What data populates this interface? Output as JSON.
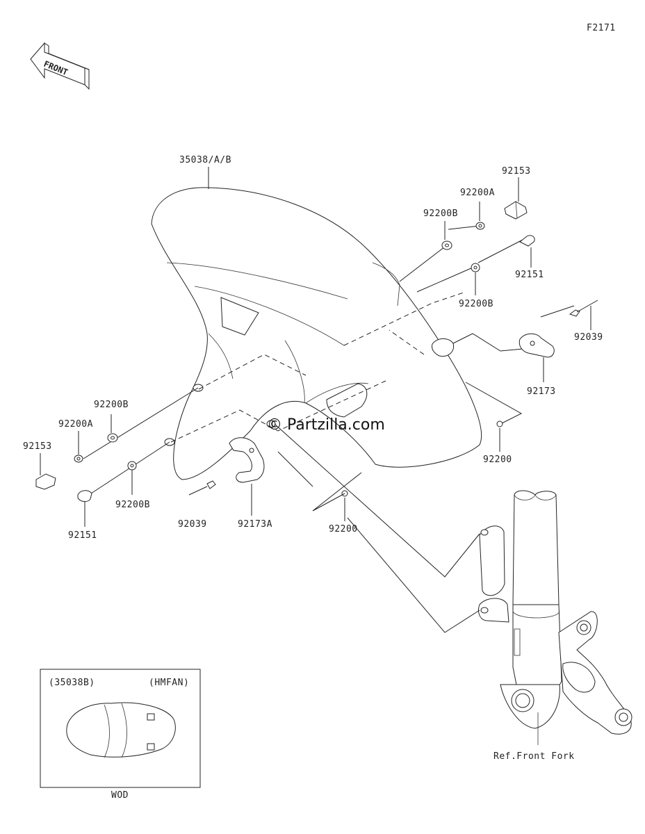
{
  "figure_code": "F2171",
  "front_label": "FRONT",
  "watermark": "© Partzilla.com",
  "labels": {
    "fender": "35038/A/B",
    "bolt_top": "92153",
    "washer_a_top": "92200A",
    "washer_b_top": "92200B",
    "bolt_151_top": "92151",
    "washer_b_mid": "92200B",
    "pin_right": "92039",
    "clamp_right": "92173",
    "grommet_right": "92200",
    "washer_b_left": "92200B",
    "washer_a_left": "92200A",
    "bolt_left": "92153",
    "bolt_151_left": "92151",
    "washer_b_left2": "92200B",
    "pin_left": "92039",
    "clamp_left": "92173A",
    "grommet_left": "92200",
    "ref_fork": "Ref.Front Fork"
  },
  "inset": {
    "code": "(35038B)",
    "variant": "(HMFAN)",
    "caption": "WOD"
  }
}
